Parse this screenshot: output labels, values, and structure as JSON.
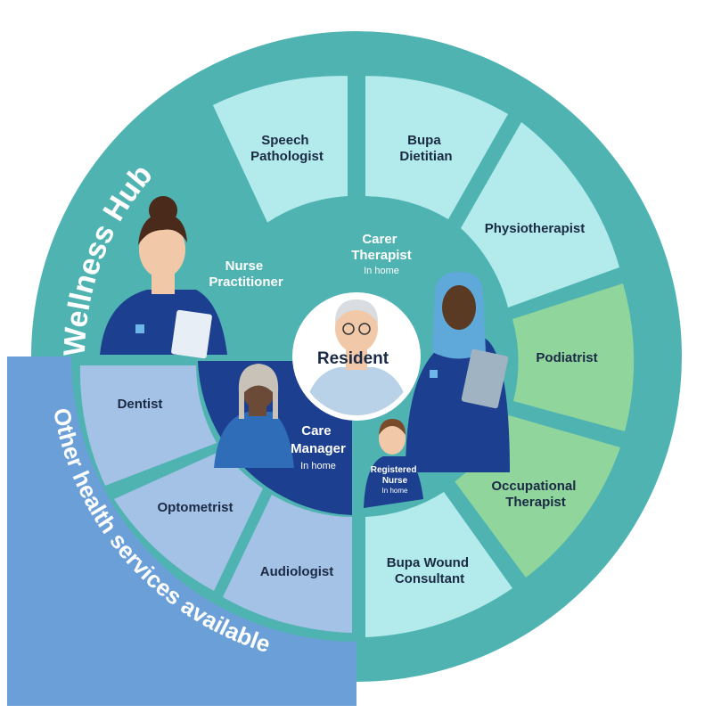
{
  "colors": {
    "teal_dark": "#4fb3b2",
    "teal_light": "#b3ebec",
    "green": "#8fd59c",
    "blue_ring": "#6b9fd8",
    "blue_light": "#a4c2e6",
    "navy": "#1c3f8f",
    "white": "#ffffff"
  },
  "rings": {
    "wellness_hub": "Wellness Hub",
    "other_services": "Other health services available"
  },
  "outer_segments": {
    "speech_pathologist": [
      "Speech",
      "Pathologist"
    ],
    "bupa_dietitian": [
      "Bupa",
      "Dietitian"
    ],
    "physiotherapist": [
      "Physiotherapist"
    ],
    "podiatrist": [
      "Podiatrist"
    ],
    "occupational_therapist": [
      "Occupational",
      "Therapist"
    ],
    "bupa_wound_consultant": [
      "Bupa Wound",
      "Consultant"
    ],
    "audiologist": [
      "Audiologist"
    ],
    "optometrist": [
      "Optometrist"
    ],
    "dentist": [
      "Dentist"
    ],
    "nurse_practitioner": [
      "Nurse",
      "Practitioner"
    ]
  },
  "inner_segments": {
    "carer_therapist": {
      "title": [
        "Carer",
        "Therapist"
      ],
      "sub": "In home"
    },
    "care_manager": {
      "title": [
        "Care",
        "Manager"
      ],
      "sub": "In home"
    },
    "registered_nurse": {
      "title": [
        "Registered",
        "Nurse"
      ],
      "sub": "In home"
    }
  },
  "center": {
    "label": "Resident"
  }
}
